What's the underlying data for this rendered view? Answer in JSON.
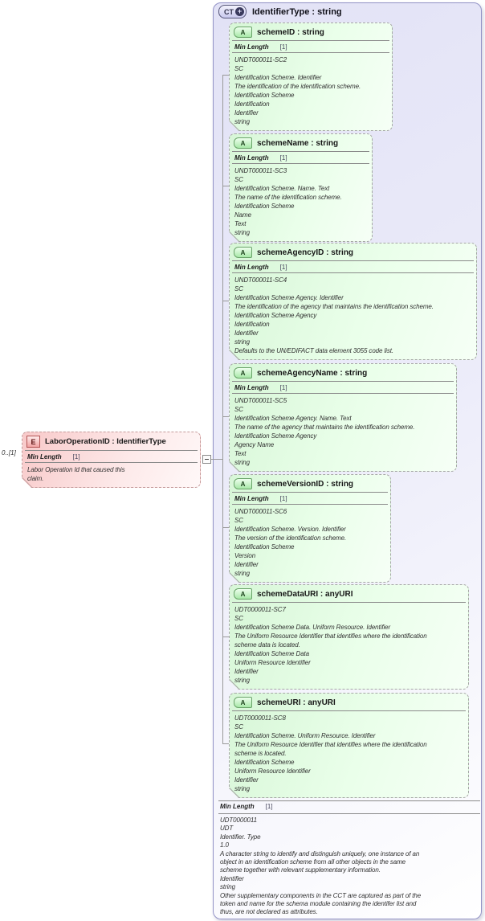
{
  "colors": {
    "container_fill": "#e6e6f7",
    "container_border": "#9292c6",
    "attribute_fill": "#ddf7dd",
    "attribute_border": "#a6a6a6",
    "element_fill": "#f8c9c9",
    "line_color": "#999999"
  },
  "element": {
    "cardinality": "0..[1]",
    "icon": "E",
    "title": "LaborOperationID : IdentifierType",
    "facet_label": "Min Length",
    "facet_value": "[1]",
    "annotation_lines": [
      "Labor Operation Id that caused this",
      "claim."
    ]
  },
  "ct": {
    "icon": "CT",
    "plus": "+",
    "title": "IdentifierType : string",
    "attributes": [
      {
        "icon": "A",
        "title": "schemeID : string",
        "facet_label": "Min Length",
        "facet_value": "[1]",
        "lines": [
          "UNDT000011-SC2",
          "SC",
          "Identification Scheme. Identifier",
          "The identification of the identification scheme.",
          "Identification Scheme",
          "Identification",
          "Identifier",
          "string"
        ]
      },
      {
        "icon": "A",
        "title": "schemeName : string",
        "facet_label": "Min Length",
        "facet_value": "[1]",
        "lines": [
          "UNDT000011-SC3",
          "SC",
          "Identification Scheme. Name. Text",
          "The name of the identification scheme.",
          "Identification Scheme",
          "Name",
          "Text",
          "string"
        ]
      },
      {
        "icon": "A",
        "title": "schemeAgencyID : string",
        "facet_label": "Min Length",
        "facet_value": "[1]",
        "lines": [
          "UNDT000011-SC4",
          "SC",
          "Identification Scheme Agency. Identifier",
          "The identification of the agency that maintains the identification scheme.",
          "Identification Scheme Agency",
          "Identification",
          "Identifier",
          "string",
          "Defaults to the UN/EDIFACT data element 3055 code list."
        ]
      },
      {
        "icon": "A",
        "title": "schemeAgencyName : string",
        "facet_label": "Min Length",
        "facet_value": "[1]",
        "lines": [
          "UNDT000011-SC5",
          "SC",
          "Identification Scheme Agency. Name. Text",
          "The name of the agency that maintains the identification scheme.",
          "Identification Scheme Agency",
          "Agency Name",
          "Text",
          "string"
        ]
      },
      {
        "icon": "A",
        "title": "schemeVersionID : string",
        "facet_label": "Min Length",
        "facet_value": "[1]",
        "lines": [
          "UNDT000011-SC6",
          "SC",
          "Identification Scheme. Version. Identifier",
          "The version of the identification scheme.",
          "Identification Scheme",
          "Version",
          "Identifier",
          "string"
        ]
      },
      {
        "icon": "A",
        "title": "schemeDataURI : anyURI",
        "lines": [
          "UDT0000011-SC7",
          "SC",
          "Identification Scheme Data. Uniform Resource. Identifier",
          "The Uniform Resource Identifier that identifies where the identification",
          "scheme data is located.",
          "Identification Scheme Data",
          "Uniform Resource Identifier",
          "Identifier",
          "string"
        ]
      },
      {
        "icon": "A",
        "title": "schemeURI : anyURI",
        "lines": [
          "UDT0000011-SC8",
          "SC",
          "Identification Scheme. Uniform Resource. Identifier",
          "The Uniform Resource Identifier that identifies where the identification",
          "scheme is located.",
          "Identification Scheme",
          "Uniform Resource Identifier",
          "Identifier",
          "string"
        ]
      }
    ],
    "footer": {
      "facet_label": "Min Length",
      "facet_value": "[1]",
      "lines": [
        "UDT0000011",
        "UDT",
        "Identifier. Type",
        "1.0",
        "A character string to identify and distinguish uniquely, one instance of an",
        "object in an identification scheme from all other objects in the same",
        "scheme together with relevant supplementary information.",
        "Identifier",
        "string",
        "Other supplementary components in the CCT are captured as part of the",
        "token and name for the schema module containing the identifer list and",
        "thus, are not declared as attributes."
      ]
    }
  }
}
